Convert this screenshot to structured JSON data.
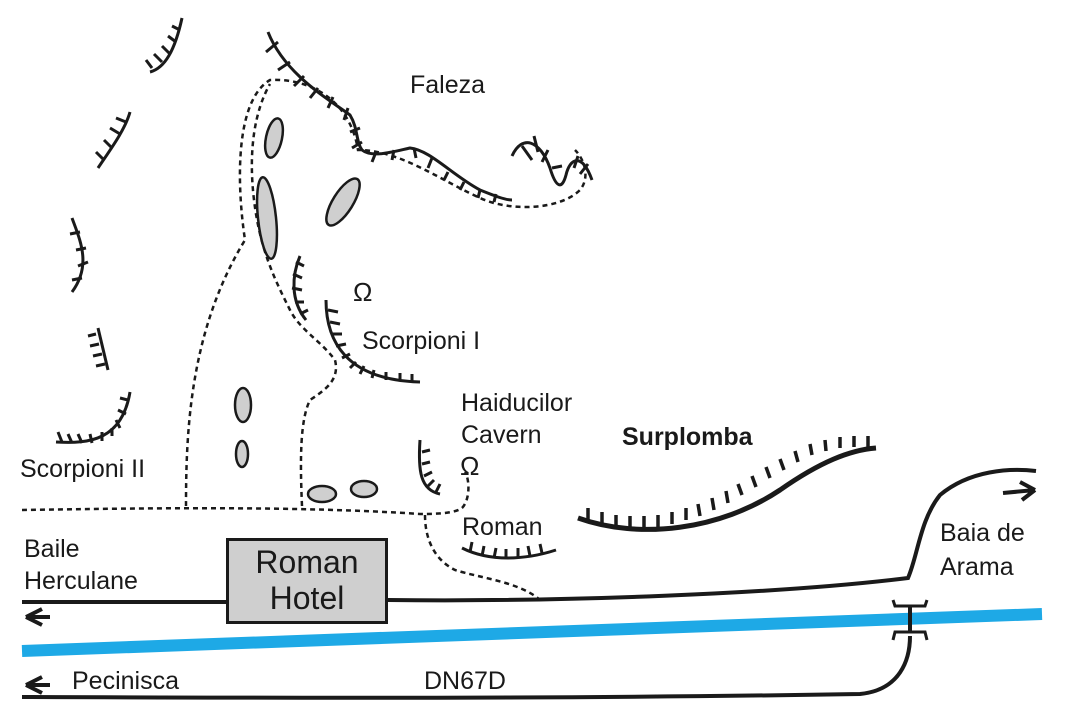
{
  "map": {
    "labels": {
      "faleza": "Faleza",
      "scorpioni1": "Scorpioni I",
      "scorpioni2": "Scorpioni II",
      "haiducilor1": "Haiducilor",
      "haiducilor2": "Cavern",
      "surplomba": "Surplomba",
      "roman": "Roman",
      "baia1": "Baia de",
      "baia2": "Arama",
      "baile1": "Baile",
      "baile2": "Herculane",
      "pecinisca": "Pecinisca",
      "dn67d": "DN67D"
    },
    "hotel": {
      "line1": "Roman",
      "line2": "Hotel"
    },
    "cave_symbol": "Ω",
    "colors": {
      "ink": "#1a1a1a",
      "river": "#1ea9e6",
      "boulder": "#cfcfcf"
    }
  }
}
